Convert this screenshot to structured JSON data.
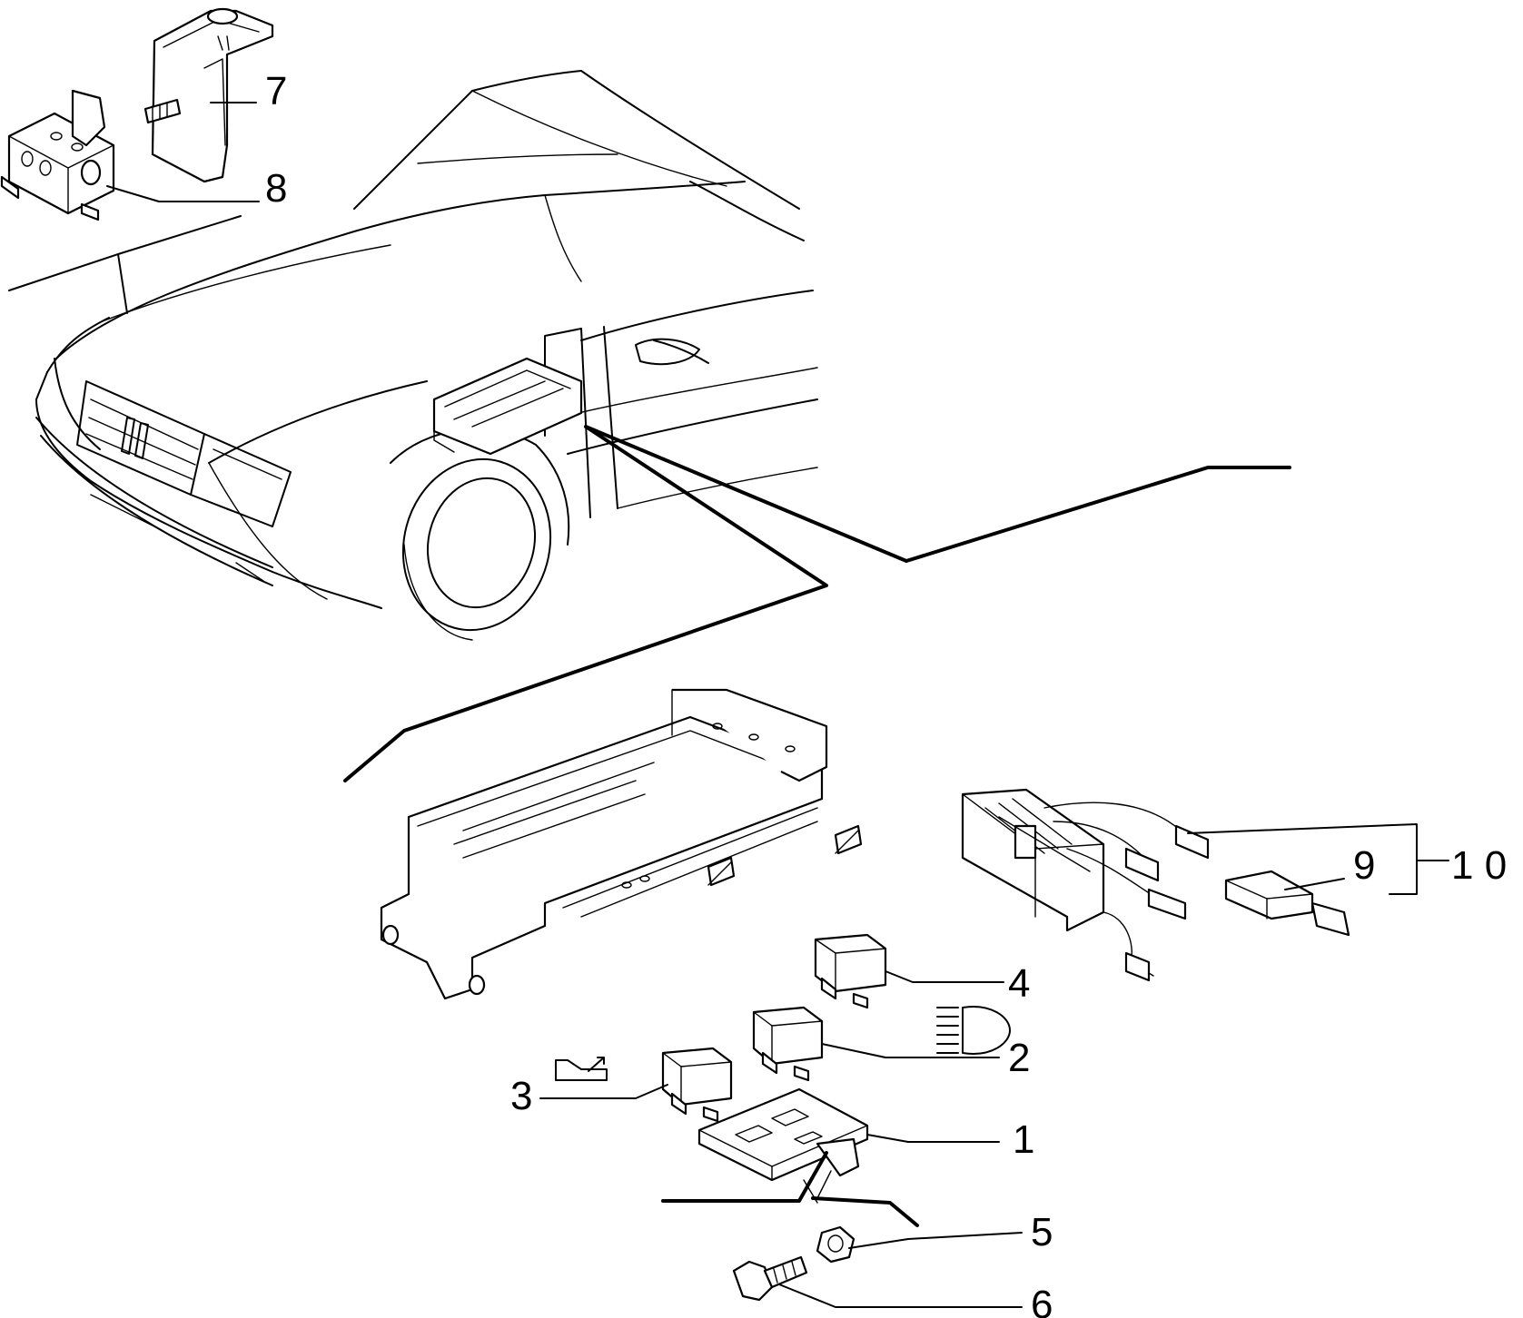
{
  "callouts": [
    {
      "id": "1",
      "label": "1"
    },
    {
      "id": "2",
      "label": "2"
    },
    {
      "id": "3",
      "label": "3"
    },
    {
      "id": "4",
      "label": "4"
    },
    {
      "id": "5",
      "label": "5"
    },
    {
      "id": "6",
      "label": "6"
    },
    {
      "id": "7",
      "label": "7"
    },
    {
      "id": "8",
      "label": "8"
    },
    {
      "id": "9",
      "label": "9"
    },
    {
      "id": "10",
      "label": "1 0"
    }
  ],
  "symbols": {
    "callout_2": "headlight-high-beam-icon",
    "callout_3": "rear-window-defroster-icon"
  }
}
